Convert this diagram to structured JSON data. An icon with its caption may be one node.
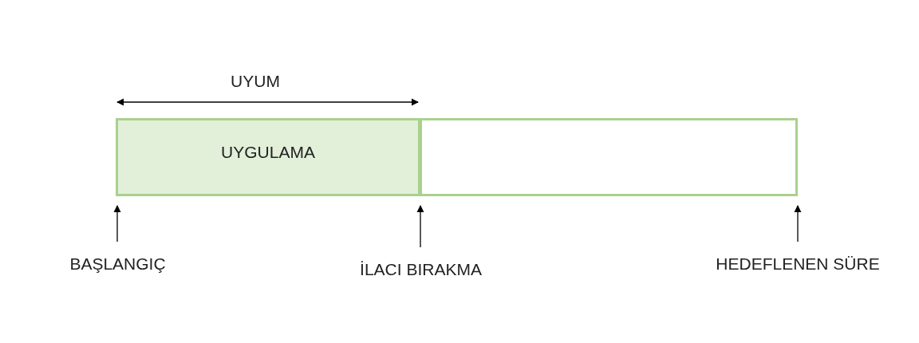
{
  "diagram": {
    "nodes": [
      {
        "text": [
          "UYGULAMA"
        ]
      },
      {
        "text": [],
        "shape": "box"
      },
      {
        "text": [
          "BAŞLANGIÇ"
        ]
      },
      {
        "text": [
          "İLACI BIRAKMA"
        ]
      },
      {
        "text": [
          "HEDEFLENEN SÜRE"
        ]
      }
    ],
    "edges": [
      {
        "from": 2,
        "to": 0,
        "arrow": "to"
      },
      {
        "from": 3,
        "to": 0,
        "arrow": "to"
      },
      {
        "from": 4,
        "to": 1,
        "arrow": "to"
      }
    ],
    "labels": [
      "UYUM"
    ]
  }
}
